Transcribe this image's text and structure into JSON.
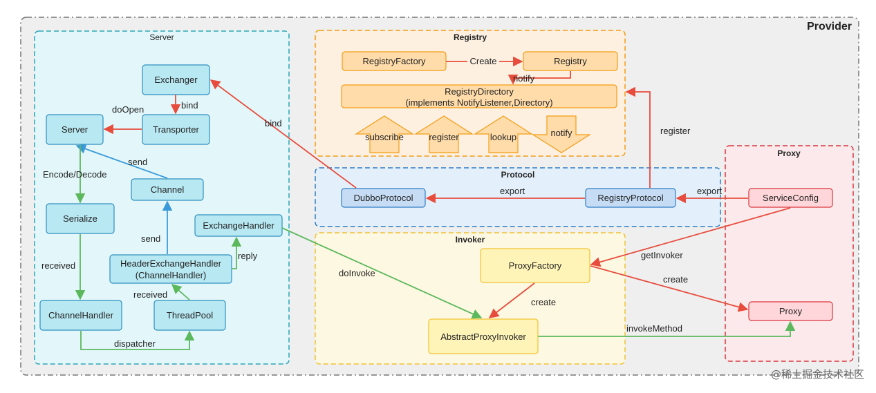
{
  "colors": {
    "server_node_fill": "#b8e8f2",
    "server_node_stroke": "#2e8fc0",
    "registry_node_fill": "#ffdcaa",
    "registry_node_stroke": "#f39c12",
    "protocol_node_fill": "#c6dcf5",
    "invoker_node_fill": "#fff4b8",
    "proxy_node_fill": "#ffd6da",
    "red_arrow": "#e74c3c",
    "green_arrow": "#5cb85c",
    "blue_arrow": "#3a9ad9"
  },
  "provider": {
    "title": "Provider"
  },
  "server": {
    "title": "Server",
    "nodes": {
      "exchanger": "Exchanger",
      "transporter": "Transporter",
      "server": "Server",
      "channel": "Channel",
      "serialize": "Serialize",
      "exchange_handler": "ExchangeHandler",
      "header_exchange_handler_line1": "HeaderExchangeHandler",
      "header_exchange_handler_line2": "(ChannelHandler)",
      "channel_handler": "ChannelHandler",
      "thread_pool": "ThreadPool"
    },
    "edges": {
      "bind": "bind",
      "do_open": "doOpen",
      "send_top": "send",
      "encode_decode": "Encode/Decode",
      "send_bottom": "send",
      "reply": "reply",
      "received_left": "received",
      "received_right": "received",
      "dispatcher": "dispatcher"
    }
  },
  "registry": {
    "title": "Registry",
    "nodes": {
      "registry_factory": "RegistryFactory",
      "registry": "Registry",
      "directory_line1": "RegistryDirectory",
      "directory_line2": "(implements NotifyListener,Directory)"
    },
    "edges": {
      "create": "Create",
      "notify": "notify"
    },
    "arrows": {
      "subscribe": "subscribe",
      "register": "register",
      "lookup": "lookup",
      "notify": "notify"
    }
  },
  "protocol": {
    "title": "Protocol",
    "nodes": {
      "dubbo_protocol": "DubboProtocol",
      "registry_protocol": "RegistryProtocol"
    },
    "edges": {
      "export_left": "export",
      "export_right": "export"
    }
  },
  "invoker": {
    "title": "Invoker",
    "nodes": {
      "proxy_factory": "ProxyFactory",
      "abstract_proxy_invoker": "AbstractProxyInvoker"
    },
    "edges": {
      "create": "create",
      "do_invoke": "doInvoke"
    }
  },
  "proxy": {
    "title": "Proxy",
    "nodes": {
      "service_config": "ServiceConfig",
      "proxy": "Proxy"
    },
    "edges": {
      "get_invoker": "getInvoker",
      "create": "create",
      "invoke_method": "invokeMethod"
    }
  },
  "cross_edges": {
    "bind": "bind",
    "register": "register"
  },
  "watermark": "@稀土掘金技术社区"
}
